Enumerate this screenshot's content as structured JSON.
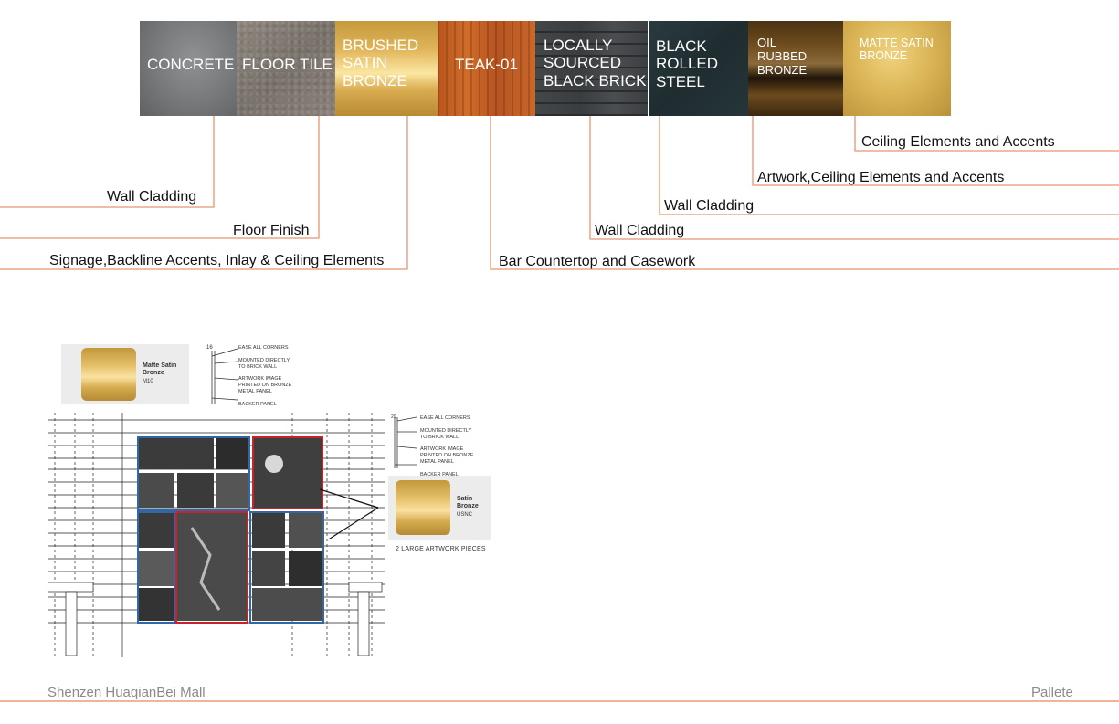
{
  "swatches": [
    {
      "name": "CONCRETE"
    },
    {
      "name": "FLOOR TILE"
    },
    {
      "name": "BRUSHED\nSATIN\nBRONZE"
    },
    {
      "name": "TEAK-01"
    },
    {
      "name": "LOCALLY\nSOURCED\nBLACK BRICK"
    },
    {
      "name": "BLACK\nROLLED\nSTEEL"
    },
    {
      "name": "OIL\nRUBBED\nBRONZE"
    },
    {
      "name": "MATTE SATIN\nBRONZE"
    }
  ],
  "callouts": {
    "concrete": "Wall Cladding",
    "floor_tile": "Floor Finish",
    "brushed_bronze": "Signage,Backline Accents, Inlay & Ceiling Elements",
    "teak": "Bar Countertop and Casework",
    "brick": "Wall Cladding",
    "steel": "Wall Cladding",
    "oil_bronze": "Artwork,Ceiling Elements and Accents",
    "matte_bronze": "Ceiling Elements and Accents"
  },
  "drawing": {
    "card_top": {
      "title": "Matte Satin\nBronze",
      "code": "M10"
    },
    "card_side": {
      "title": "Satin\nBronze",
      "code": "USNC"
    },
    "notes_top": "EASE ALL CORNERS\n\nMOUNTED DIRECTLY\nTO BRICK WALL\n\nARTWORK IMAGE\nPRINTED ON BRONZE\nMETAL PANEL\n\nBACKER PANEL",
    "notes_side": "EASE ALL CORNERS\n\nMOUNTED DIRECTLY\nTO BRICK WALL\n\nARTWORK IMAGE\nPRINTED ON BRONZE\nMETAL PANEL\n\nBACKER PANEL",
    "dim_top": "16",
    "dim_side": "20",
    "caption": "2 LARGE ARTWORK PIECES"
  },
  "footer": {
    "project": "Shenzen HuaqianBei Mall",
    "sheet": "Pallete"
  },
  "colors": {
    "leader": "#e8956f",
    "footer_rule": "#f0b49c",
    "frame_blue": "#2f67a8",
    "frame_red": "#c8232a"
  }
}
